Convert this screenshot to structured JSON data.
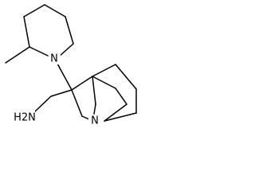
{
  "molecule": {
    "atoms": {
      "piperidine_n": "N",
      "quinuclidine_n": "N",
      "amine": "H2N"
    }
  },
  "colors": {
    "bond": "#000000",
    "background": "#ffffff"
  }
}
